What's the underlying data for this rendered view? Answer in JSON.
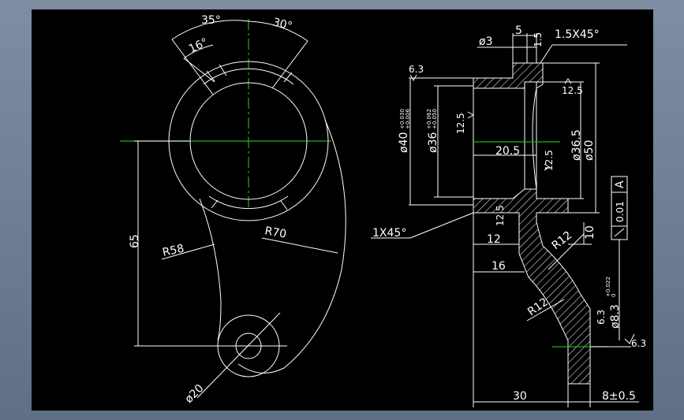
{
  "drawing": {
    "angles": {
      "a35": "35°",
      "a30": "30°",
      "a16": "16°"
    },
    "left_view": {
      "dim_65": "65",
      "r58": "R58",
      "r70": "R70",
      "d20": "ø20"
    },
    "section": {
      "d3": "ø3",
      "w5": "5",
      "r0_5": "1.5",
      "chamfer_top": "1.5X45°",
      "rough_6_3_tl": "6.3",
      "rough_12_5_top": "12.5",
      "d40": "ø40",
      "d40_tol_upper": "+0.030",
      "d40_tol_lower": "+0.006",
      "d36": "ø36",
      "d36_tol_upper": "+0.062",
      "d36_tol_lower": "+0.050",
      "rough_12_5_bore": "12.5",
      "w20_5": "20.5",
      "rough_12_5_mid": "12.5",
      "d36_5": "ø36.5",
      "d50": "ø50",
      "chamfer_bot": "1X45°",
      "rough_12_5_low": "12.5",
      "w12": "12",
      "w16": "16",
      "r12_upper": "R12",
      "h10": "10",
      "r12_lower": "R12",
      "tol_frame": "0.01",
      "datum": "A",
      "d8_3": "ø8.3",
      "d8_3_tol": "+0.022",
      "d8_3_tol0": "0",
      "rough_6_3_hole": "6.3",
      "rough_6_3_right": "6.3",
      "w30": "30",
      "w8": "8±0.5"
    }
  }
}
